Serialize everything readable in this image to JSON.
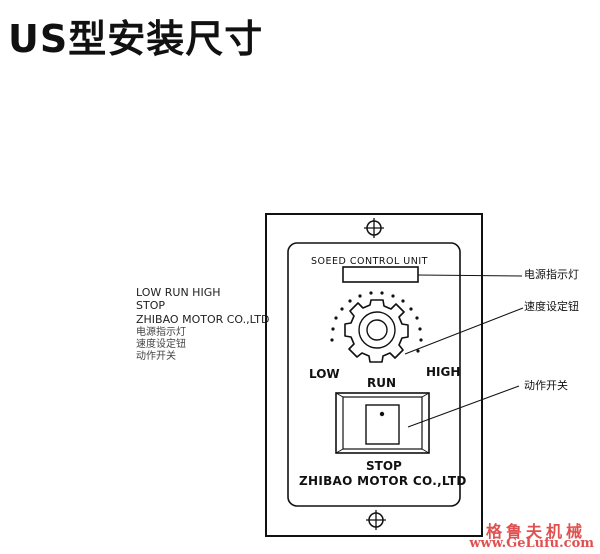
{
  "title": "US型安装尺寸",
  "legend": {
    "line1": "LOW  RUN  HIGH",
    "line2": "STOP",
    "line3": "ZHIBAO MOTOR CO.,LTD",
    "line4": "电源指示灯",
    "line5": "速度设定钮",
    "line6": "动作开关"
  },
  "panel": {
    "header": "SOEED CONTROL UNIT",
    "low": "LOW",
    "run": "RUN",
    "high": "HIGH",
    "stop": "STOP",
    "maker": "ZHIBAO MOTOR CO.,LTD"
  },
  "callouts": {
    "power": "电源指示灯",
    "speed": "速度设定钮",
    "switch": "动作开关"
  },
  "watermark": {
    "cn": "格鲁夫机械",
    "url": "www.GeLufu.com"
  }
}
